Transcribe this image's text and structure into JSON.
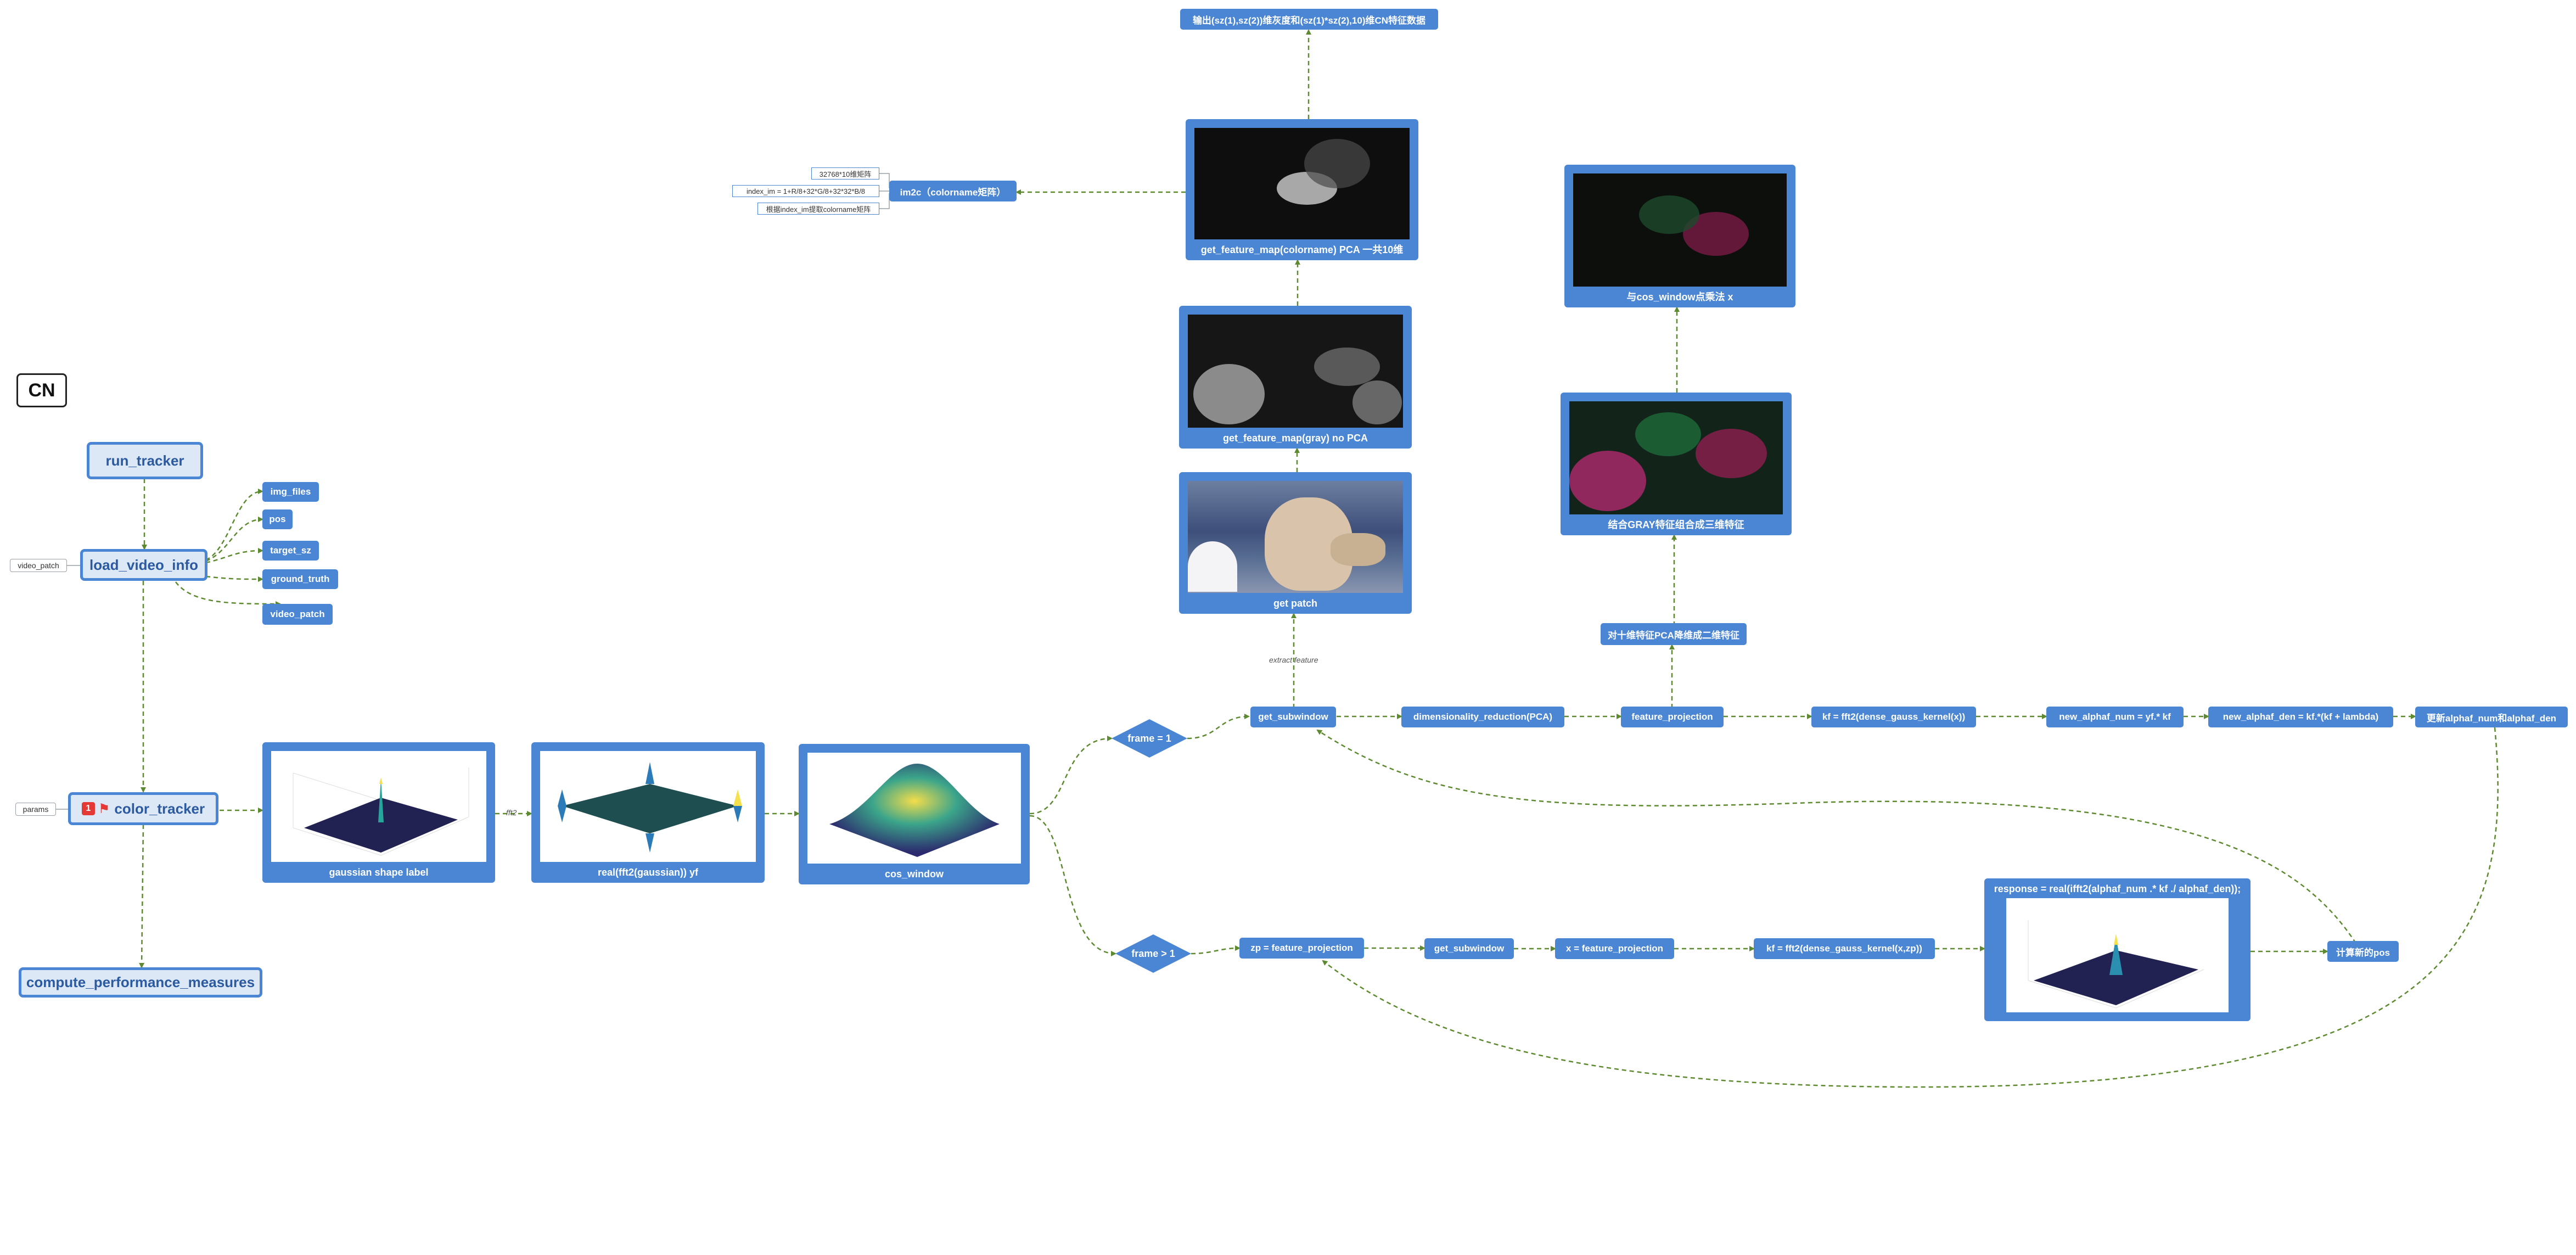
{
  "title": "CN",
  "nodes": {
    "run_tracker": "run_tracker",
    "load_video_info": "load_video_info",
    "color_tracker": "color_tracker",
    "color_tracker_badge": "1",
    "compute_performance_measures": "compute_performance_measures",
    "video_path_in": "video_patch",
    "params_in": "params",
    "img_files": "img_files",
    "pos": "pos",
    "target_sz": "target_sz",
    "ground_truth": "ground_truth",
    "video_path_out": "video_patch",
    "gaussian_shape_label": "gaussian shape label",
    "fft_gaussian": "real(fft2(gaussian))    yf",
    "cos_window": "cos_window",
    "frame_eq_1": "frame = 1",
    "frame_gt_1": "frame > 1",
    "get_subwindow_top": "get_subwindow",
    "extract_feature": "extract feature",
    "get_patch": "get patch",
    "feature_map_gray": "get_feature_map(gray) no PCA",
    "feature_map_colorname": "get_feature_map(colorname) PCA 一共10维",
    "output_desc": "输出(sz(1),sz(2))维灰度和(sz(1)*sz(2),10)维CN特征数据",
    "im2c": "im2c（colorname矩阵）",
    "im2c_note_1": "32768*10维矩阵",
    "im2c_note_2": "index_im = 1+R/8+32*G/8+32*32*B/8",
    "im2c_note_3": "根据index_im提取colorname矩阵",
    "dimensionality_reduction": "dimensionality_reduction(PCA)",
    "feature_projection_top": "feature_projection",
    "pca_to_2d": "对十维特征PCA降维成二维特征",
    "combine_gray": "结合GRAY特征组合成三维特征",
    "cos_window_mult": "与cos_window点乘法  x",
    "kf_top": "kf = fft2(dense_gauss_kernel(x))",
    "new_alphaf_num": "new_alphaf_num = yf.* kf",
    "new_alphaf_den": "new_alphaf_den = kf.*(kf + lambda)",
    "update_alphaf": "更新alphaf_num和alphaf_den",
    "zp_feature_projection": "zp = feature_projection",
    "get_subwindow_bottom": "get_subwindow",
    "x_feature_projection": "x = feature_projection",
    "kf_bottom": "kf = fft2(dense_gauss_kernel(x,zp))",
    "response": "response = real(ifft2(alphaf_num .* kf ./ alphaf_den));",
    "new_pos": "计算新的pos",
    "fft_edge_label": "fft2"
  },
  "colors": {
    "node_blue": "#4a86d4",
    "edge_green": "#5d8a2e",
    "main_fill": "#dde8f7"
  }
}
